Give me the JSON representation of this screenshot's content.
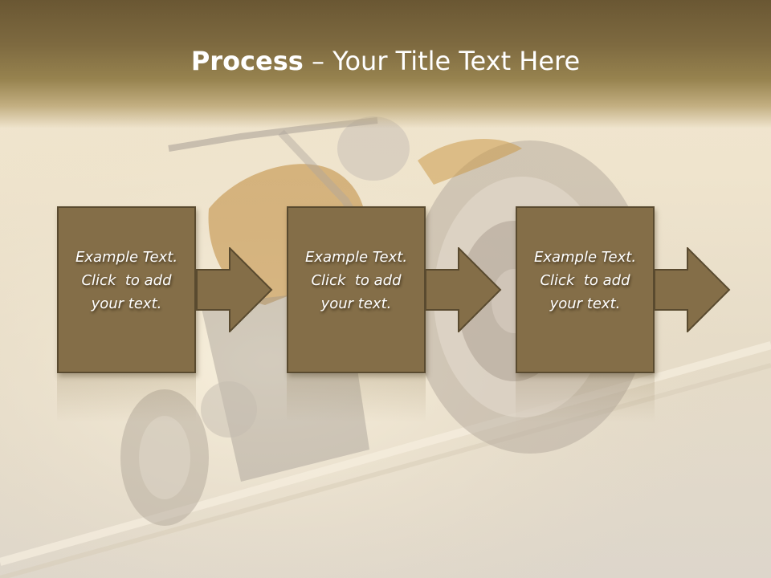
{
  "slide": {
    "title_bold": "Process",
    "title_rest": " – Your Title Text Here",
    "steps": [
      {
        "line1": "Example Text.",
        "line2": "Click  to add",
        "line3": "your text."
      },
      {
        "line1": "Example Text.",
        "line2": "Click  to add",
        "line3": "your text."
      },
      {
        "line1": "Example Text.",
        "line2": "Click  to add",
        "line3": "your text."
      }
    ]
  },
  "colors": {
    "box_fill": "#846e48",
    "box_border": "#594a2f",
    "title_band": "#7e6a40",
    "background": "#efe4cd"
  },
  "icons": [
    "right-arrow-icon",
    "motorcycle-background-image"
  ]
}
